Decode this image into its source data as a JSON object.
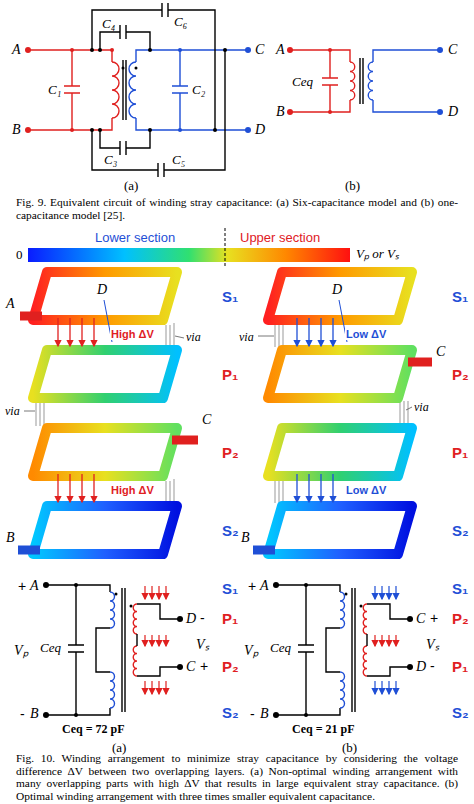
{
  "diagram": {
    "caption": "Fig. 10. Winding arrangement to minimize stray capacitance by considering the voltage difference ΔV between two overlapping layers. (a) Non-optimal winding arrangement with many overlapping parts with high ΔV that results in large equivalent stray capacitance. (b) Optimal winding arrangement with three times smaller equivalent capacitance.",
    "labels": [
      "A",
      "B",
      "C₁",
      "C₄",
      "C₆",
      "C₂",
      "C₃",
      "C₅",
      "C",
      "D",
      "(a)",
      "A",
      "B",
      "Ceq",
      "C",
      "D",
      "(b)",
      "Fig. 9. Equivalent circuit of winding stray capacitance: (a) Six-capacitance model and (b) one-capacitance model [25].",
      "Lower section",
      "Upper section",
      "0",
      "Vₚ or Vₛ",
      "A",
      "D",
      "via",
      "High ΔV",
      "C",
      "via",
      "High ΔV",
      "S₁",
      "P₁",
      "P₂",
      "S₂",
      "B",
      "D",
      "C",
      "via",
      "Low ΔV",
      "via",
      "Low ΔV",
      "S₁",
      "P₂",
      "P₁",
      "S₂",
      "B",
      "+",
      "A",
      "Vₚ",
      "Ceq",
      "-",
      "B",
      "S₁",
      "D",
      "-",
      "P₁",
      "Vₛ",
      "C",
      "+",
      "P₂",
      "S₂",
      "Ceq = 72 pF",
      "(a)",
      "+",
      "A",
      "Vₚ",
      "Ceq",
      "-",
      "B",
      "S₁",
      "C",
      "+",
      "P₂",
      "Vₛ",
      "D",
      "-",
      "P₁",
      "S₂",
      "Ceq = 21 pF",
      "(b)"
    ]
  }
}
